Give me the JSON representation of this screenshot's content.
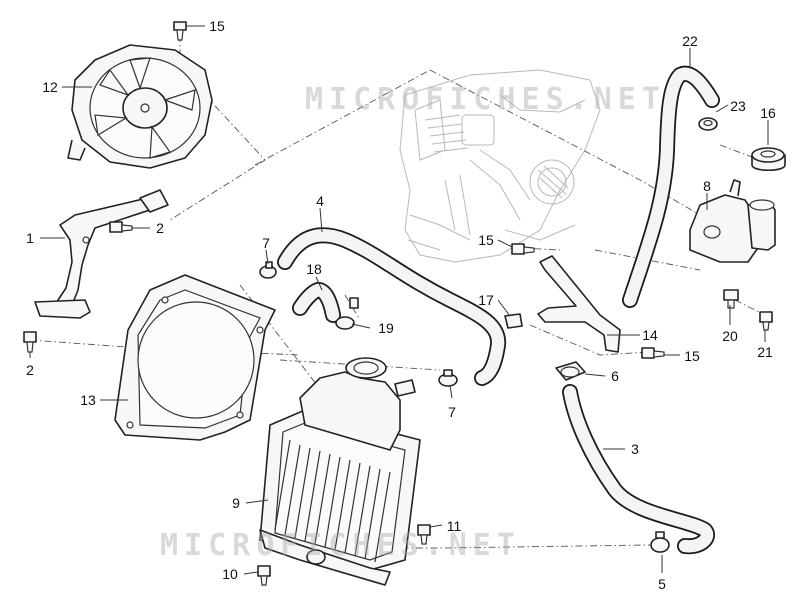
{
  "watermark_text": "MICROFICHES.NET",
  "callouts": [
    {
      "id": "c15a",
      "label": "15"
    },
    {
      "id": "c12",
      "label": "12"
    },
    {
      "id": "c22",
      "label": "22"
    },
    {
      "id": "c23",
      "label": "23"
    },
    {
      "id": "c16",
      "label": "16"
    },
    {
      "id": "c4",
      "label": "4"
    },
    {
      "id": "c8",
      "label": "8"
    },
    {
      "id": "c1",
      "label": "1"
    },
    {
      "id": "c2a",
      "label": "2"
    },
    {
      "id": "c7a",
      "label": "7"
    },
    {
      "id": "c18",
      "label": "18"
    },
    {
      "id": "c15b",
      "label": "15"
    },
    {
      "id": "c17",
      "label": "17"
    },
    {
      "id": "c19",
      "label": "19"
    },
    {
      "id": "c20",
      "label": "20"
    },
    {
      "id": "c21",
      "label": "21"
    },
    {
      "id": "c14",
      "label": "14"
    },
    {
      "id": "c2b",
      "label": "2"
    },
    {
      "id": "c15c",
      "label": "15"
    },
    {
      "id": "c6",
      "label": "6"
    },
    {
      "id": "c13",
      "label": "13"
    },
    {
      "id": "c7b",
      "label": "7"
    },
    {
      "id": "c3",
      "label": "3"
    },
    {
      "id": "c9",
      "label": "9"
    },
    {
      "id": "c11",
      "label": "11"
    },
    {
      "id": "c10",
      "label": "10"
    },
    {
      "id": "c5",
      "label": "5"
    }
  ]
}
